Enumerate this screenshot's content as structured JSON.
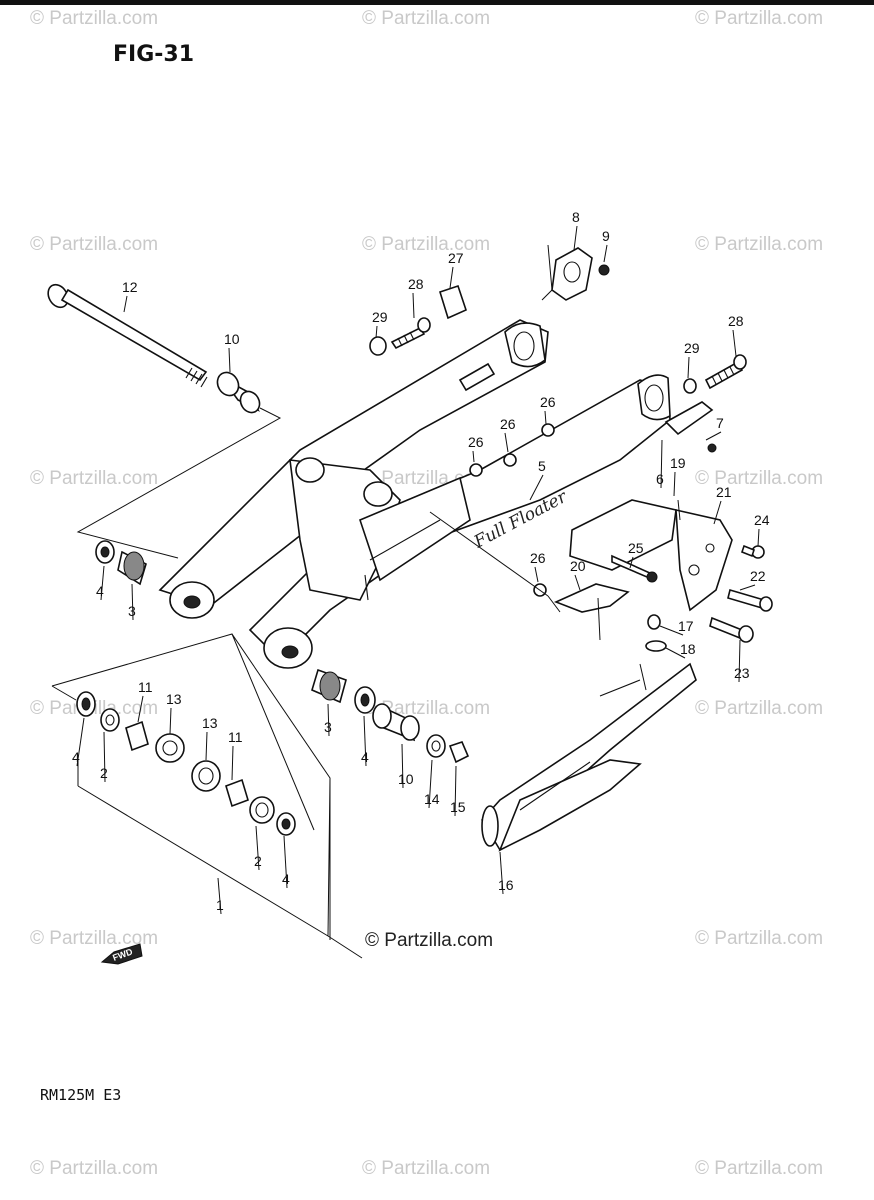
{
  "figure_title": "FIG-31",
  "model_code": "RM125M E3",
  "watermark": "© Partzilla.com",
  "fwd_arrow": "FWD",
  "swingarm_brand": "Full Floater",
  "parts": [
    {
      "num": "1"
    },
    {
      "num": "2"
    },
    {
      "num": "3"
    },
    {
      "num": "4"
    },
    {
      "num": "5"
    },
    {
      "num": "6"
    },
    {
      "num": "7"
    },
    {
      "num": "8"
    },
    {
      "num": "9"
    },
    {
      "num": "10"
    },
    {
      "num": "11"
    },
    {
      "num": "12"
    },
    {
      "num": "13"
    },
    {
      "num": "14"
    },
    {
      "num": "15"
    },
    {
      "num": "16"
    },
    {
      "num": "17"
    },
    {
      "num": "18"
    },
    {
      "num": "19"
    },
    {
      "num": "20"
    },
    {
      "num": "21"
    },
    {
      "num": "22"
    },
    {
      "num": "23"
    },
    {
      "num": "24"
    },
    {
      "num": "25"
    },
    {
      "num": "26"
    },
    {
      "num": "27"
    },
    {
      "num": "28"
    },
    {
      "num": "29"
    }
  ]
}
